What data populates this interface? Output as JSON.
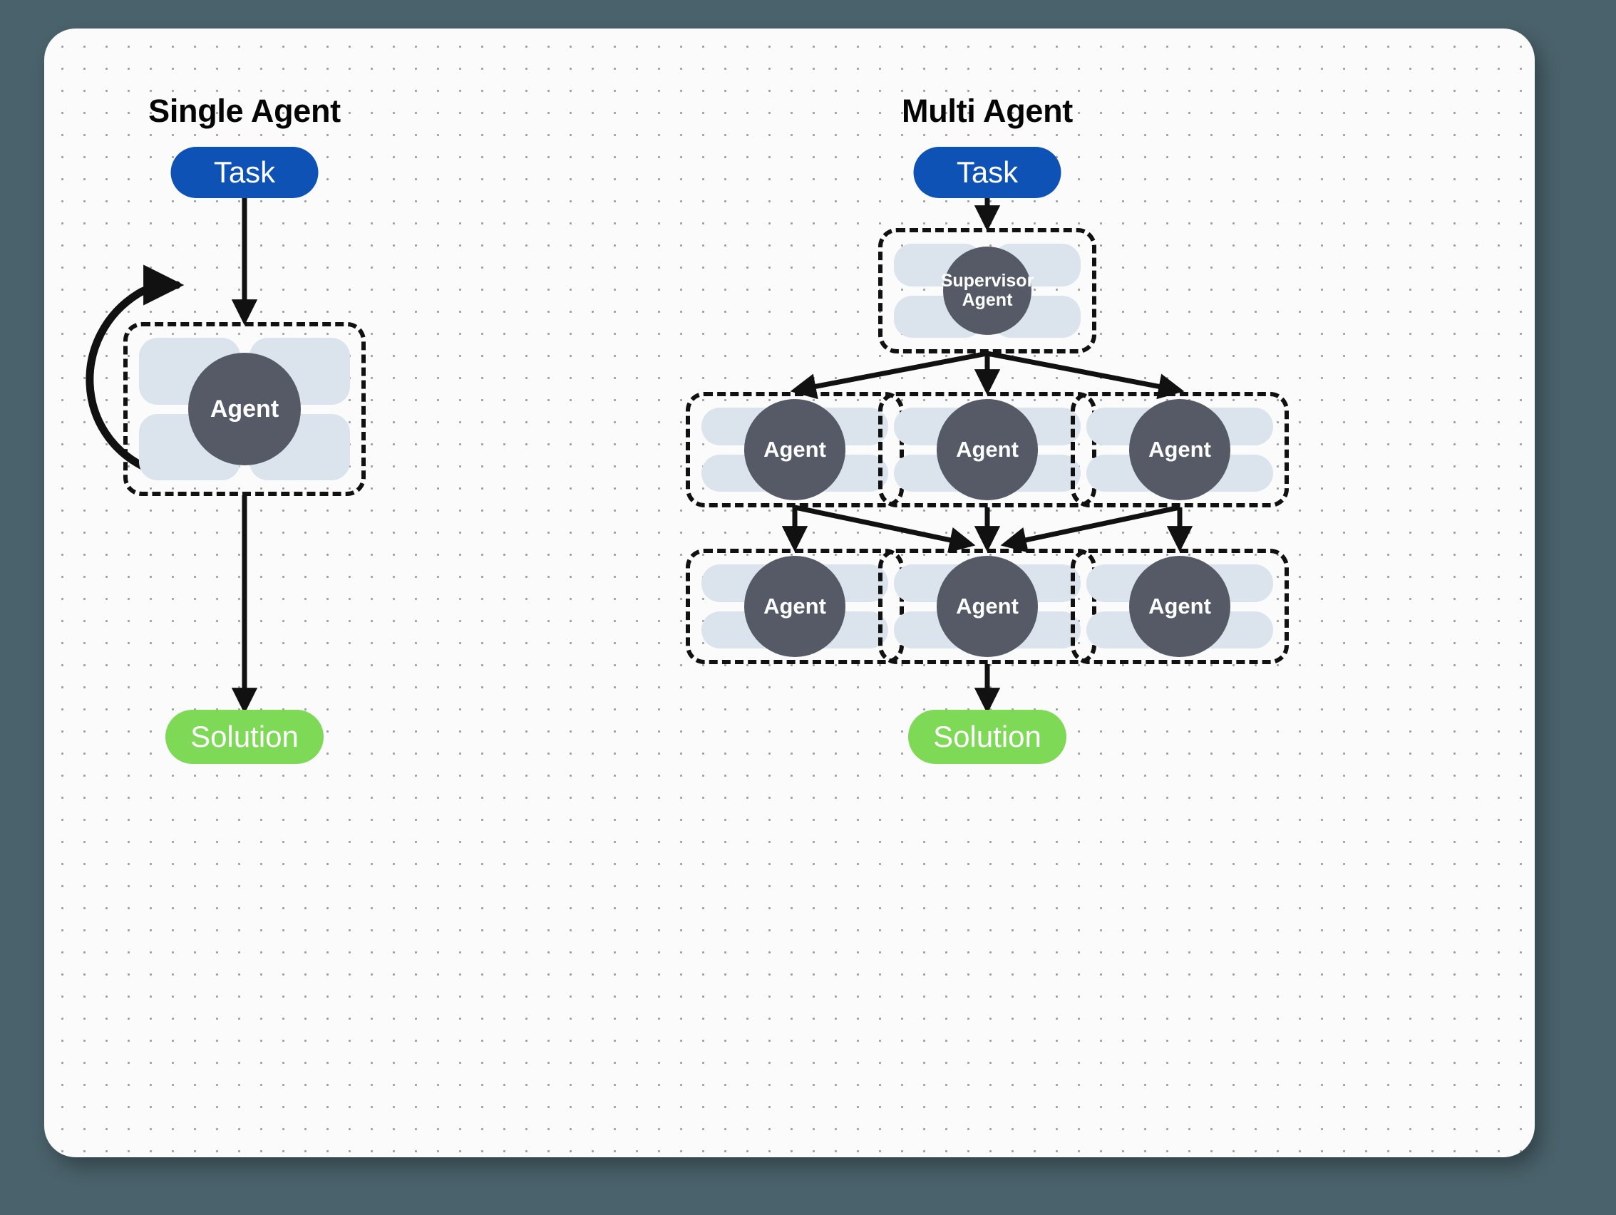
{
  "canvas": {
    "background_color": "#4a626b",
    "card_color": "#fbfbfc",
    "dot_grid_color": "#9aa0a8"
  },
  "palette": {
    "task_blue": "#0e52b5",
    "solution_green": "#7ed957",
    "agent_core_gray": "#555a66",
    "agent_tile_blue": "#dbe3ed",
    "connector_black": "#111111"
  },
  "panels": {
    "single": {
      "title": "Single Agent",
      "task_label": "Task",
      "agent_label": "Agent",
      "solution_label": "Solution",
      "feedback_loop": true
    },
    "multi": {
      "title": "Multi Agent",
      "task_label": "Task",
      "supervisor_label_line1": "Supervisor",
      "supervisor_label_line2": "Agent",
      "solution_label": "Solution",
      "row2": [
        {
          "label": "Agent"
        },
        {
          "label": "Agent"
        },
        {
          "label": "Agent"
        }
      ],
      "row3": [
        {
          "label": "Agent"
        },
        {
          "label": "Agent"
        },
        {
          "label": "Agent"
        }
      ]
    }
  }
}
